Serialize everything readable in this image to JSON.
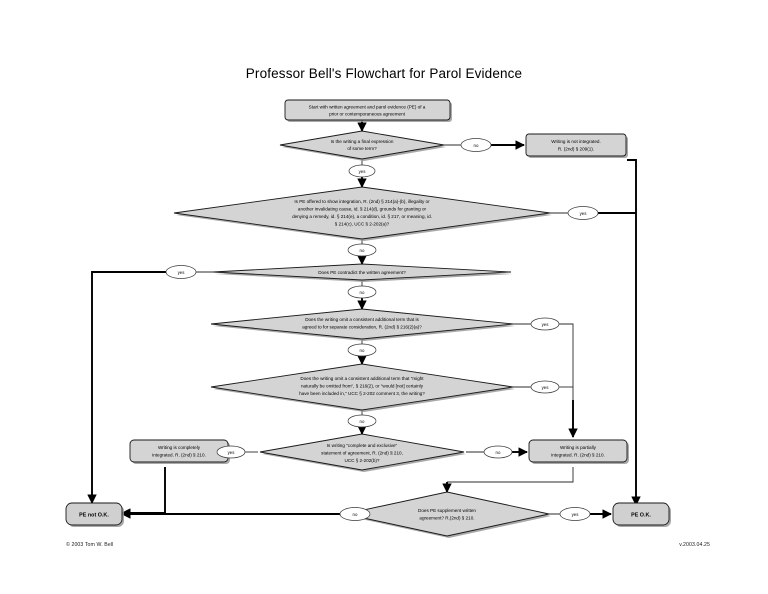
{
  "document": {
    "title": "Professor Bell's Flowchart for Parol Evidence",
    "footer_left": "© 2003 Tom W. Bell",
    "footer_right": "v.2003.04.25"
  },
  "colors": {
    "node_fill": "#d4d4d4",
    "node_stroke": "#1a1a1a",
    "line": "#000000",
    "label_fill": "#ffffff",
    "page_background": "#ffffff"
  },
  "nodes": {
    "start": {
      "type": "process",
      "line1": "Start with written agreement and parol evidence (PE) of a",
      "line2": "prior or contemporaneous agreement"
    },
    "d1": {
      "type": "decision",
      "line1": "Is the writing a final expression",
      "line2": "of some term?"
    },
    "d2": {
      "type": "decision",
      "line1": "Is PE offered to show integration, R. (2nd) § 214(a)-(b), illegality or",
      "line2": "another invalidating cause, id. § 214(d), grounds for granting or",
      "line3": "denying a remedy, id. § 214(e), a condition, id. § 217, or meaning, id.",
      "line4": "§ 214(c), UCC § 2-202(a)?"
    },
    "d3": {
      "type": "decision",
      "line1": "Does PE contradict the written agreement?"
    },
    "d4": {
      "type": "decision",
      "line1": "Does the writing omit a consistent additional term that is",
      "line2": "agreed to for separate consideration, R. (2nd) § 216(2)(a)?"
    },
    "d5": {
      "type": "decision",
      "line1": "Does the writing omit a consistent additional term that \"might",
      "line2": "naturally be omitted from\", § 216(2), or \"would [not] certainly",
      "line3": "have been included in,\" UCC § 2-202 comment 3, the writing?"
    },
    "d6": {
      "type": "decision",
      "line1": "Is writing \"complete and exclusive\"",
      "line2": "statement of agreement, R. (2nd) § 210,",
      "line3": "UCC § 2-202(b)?"
    },
    "d7": {
      "type": "decision",
      "line1": "Does PE supplement written",
      "line2": "agreement? R.(2nd) § 210."
    },
    "not_integrated": {
      "type": "process",
      "line1": "Writing is not integrated.",
      "line2": "R. (2nd) § 209(1)."
    },
    "completely_integrated": {
      "type": "process",
      "line1": "Writing is completely",
      "line2": "integrated. R. (2nd) § 210."
    },
    "partially_integrated": {
      "type": "process",
      "line1": "Writing is partially",
      "line2": "integrated. R. (2nd) § 210."
    },
    "pe_not_ok": {
      "type": "terminator",
      "line1": "PE not O.K."
    },
    "pe_ok": {
      "type": "terminator",
      "line1": "PE O.K."
    }
  },
  "edge_labels": {
    "d1_no": "no",
    "d1_yes": "yes",
    "d2_no": "no",
    "d2_yes": "yes",
    "d3_no": "no",
    "d3_yes": "yes",
    "d4_no": "no",
    "d4_yes": "yes",
    "d5_no": "no",
    "d5_yes": "yes",
    "d6_no": "no",
    "d6_yes": "yes",
    "d7_no": "no",
    "d7_yes": "yes"
  }
}
